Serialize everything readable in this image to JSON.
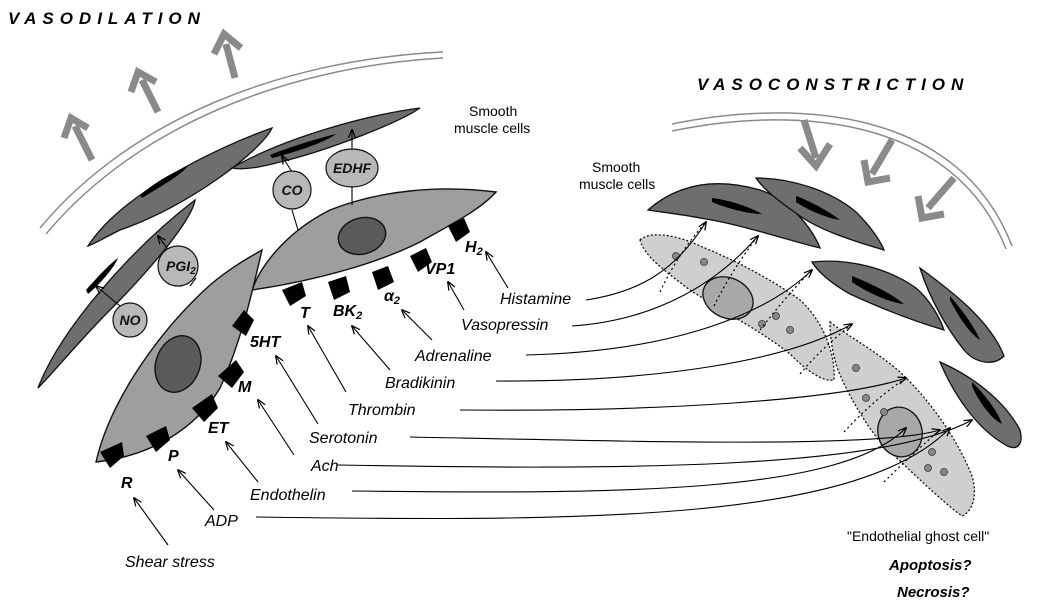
{
  "titles": {
    "vasodilation": "VASODILATION",
    "vasoconstriction": "VASOCONSTRICTION"
  },
  "captions": {
    "smooth_left": [
      "Smooth",
      "muscle cells"
    ],
    "smooth_right": [
      "Smooth",
      "muscle cells"
    ],
    "ghost": "\"Endothelial ghost cell\"",
    "apoptosis": "Apoptosis?",
    "necrosis": "Necrosis?"
  },
  "mediators": {
    "no": "NO",
    "pgi": "PGI",
    "pgi_sub": "2",
    "co": "CO",
    "edhf": "EDHF"
  },
  "receptors": {
    "r": "R",
    "p": "P",
    "et": "ET",
    "m": "M",
    "ht5": "5HT",
    "t": "T",
    "bk": "BK",
    "bk_sub": "2",
    "alpha": "α",
    "alpha_sub": "2",
    "vp1": "VP1",
    "h": "H",
    "h_sub": "2"
  },
  "stimuli": {
    "shear": "Shear stress",
    "adp": "ADP",
    "endothelin": "Endothelin",
    "ach": "Ach",
    "serotonin": "Serotonin",
    "thrombin": "Thrombin",
    "bradikinin": "Bradikinin",
    "adrenaline": "Adrenaline",
    "vasopressin": "Vasopressin",
    "histamine": "Histamine"
  }
}
